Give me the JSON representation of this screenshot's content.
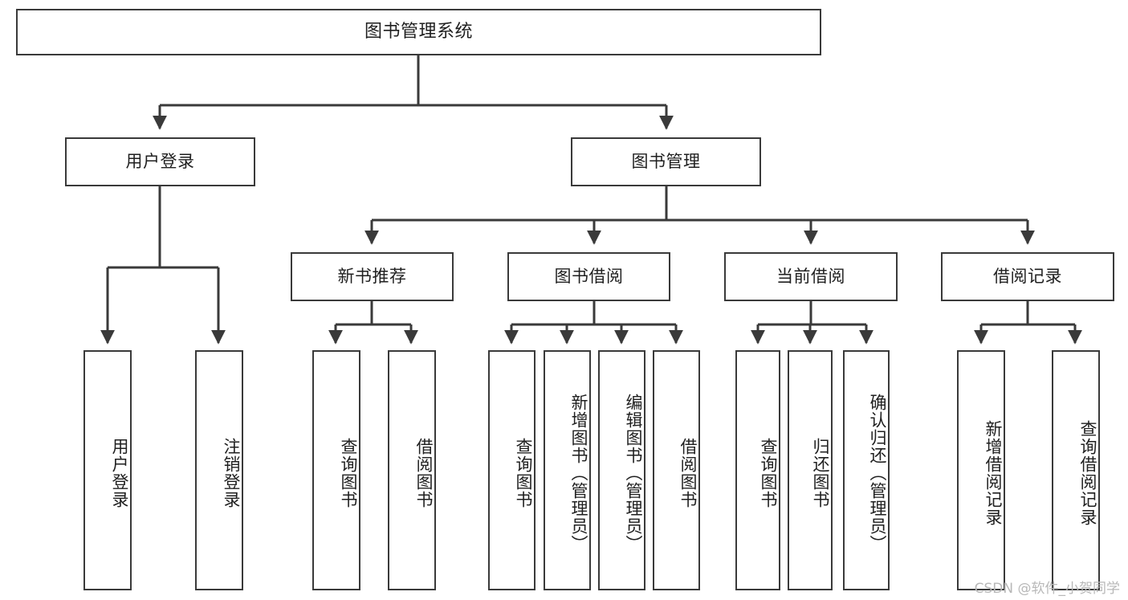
{
  "diagram": {
    "title": "图书管理系统",
    "type": "hierarchy-tree",
    "line_color": "#3a3a3a",
    "box_fill": "#ffffff",
    "text_color": "#1f1f1f",
    "watermark": "CSDN @软件_小贺同学"
  },
  "nodes": {
    "root": {
      "label": "图书管理系统"
    },
    "level2": [
      {
        "label": "用户登录"
      },
      {
        "label": "图书管理"
      }
    ],
    "level3": [
      {
        "label": "新书推荐"
      },
      {
        "label": "图书借阅"
      },
      {
        "label": "当前借阅"
      },
      {
        "label": "借阅记录"
      }
    ],
    "leaves_user_login": [
      {
        "label": "用户登录"
      },
      {
        "label": "注销登录"
      }
    ],
    "leaves_new_book": [
      {
        "label": "查询图书"
      },
      {
        "label": "借阅图书"
      }
    ],
    "leaves_borrow": [
      {
        "label": "查询图书"
      },
      {
        "label": "新增图书（管理员）"
      },
      {
        "label": "编辑图书（管理员）"
      },
      {
        "label": "借阅图书"
      }
    ],
    "leaves_current": [
      {
        "label": "查询图书"
      },
      {
        "label": "归还图书"
      },
      {
        "label": "确认归还（管理员）"
      }
    ],
    "leaves_record": [
      {
        "label": "新增借阅记录"
      },
      {
        "label": "查询借阅记录"
      }
    ]
  }
}
